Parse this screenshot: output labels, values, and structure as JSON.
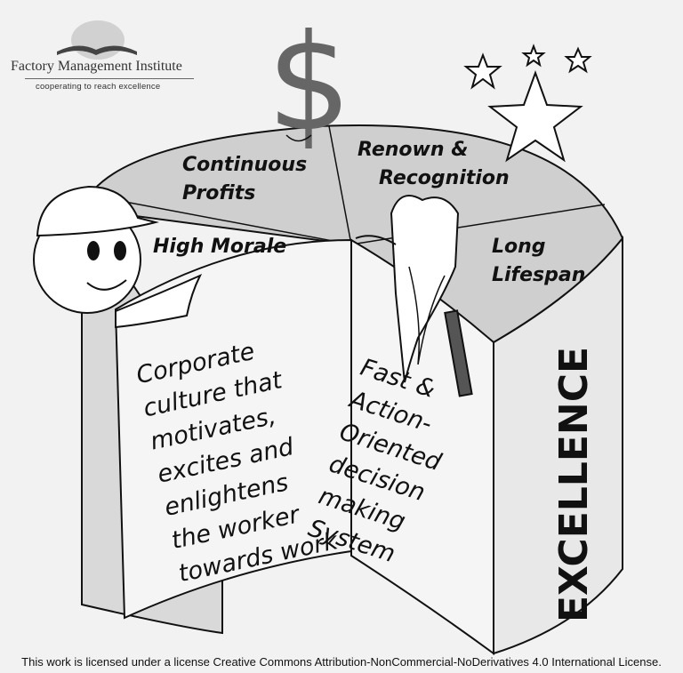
{
  "logo": {
    "name": "Factory Management Institute",
    "tagline": "cooperating to reach excellence"
  },
  "symbols": {
    "dollar": "$"
  },
  "pie_top": {
    "continuous_profits": [
      "Continuous",
      "Profits"
    ],
    "renown": [
      "Renown &",
      "Recognition"
    ],
    "high_morale": "High Morale",
    "long_lifespan": [
      "Long",
      "Lifespan"
    ]
  },
  "left_panel_lines": [
    "Corporate",
    "culture that",
    "motivates,",
    "excites and",
    "enlightens",
    "the worker",
    "towards work"
  ],
  "right_panel_lines": [
    "Fast &",
    "Action-",
    "Oriented",
    "decision",
    "making",
    "System"
  ],
  "side_label": "EXCELLENCE",
  "license": "This work is licensed under a license Creative Commons Attribution-NonCommercial-NoDerivatives 4.0 International License."
}
